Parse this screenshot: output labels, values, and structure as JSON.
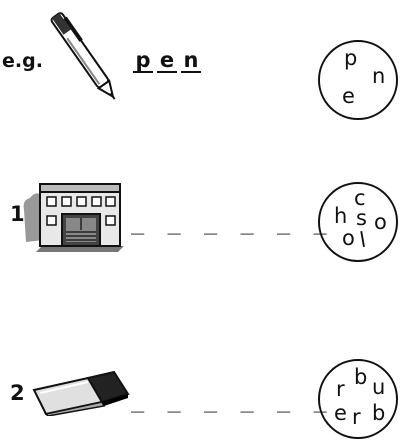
{
  "example": {
    "label": "e.g.",
    "answer_letters": [
      "p",
      "e",
      "n"
    ],
    "circle_letters": [
      "p",
      "n",
      "e"
    ]
  },
  "items": [
    {
      "number": "1",
      "blanks": "_ _ _ _ _ _",
      "circle_letters": [
        "c",
        "h",
        "s",
        "o",
        "o",
        "l"
      ],
      "picture": "school-building"
    },
    {
      "number": "2",
      "blanks": "_ _ _ _ _ _",
      "circle_letters": [
        "b",
        "r",
        "u",
        "e",
        "r",
        "b"
      ],
      "picture": "eraser"
    }
  ],
  "colors": {
    "ink": "#111111",
    "paper": "#ffffff"
  }
}
